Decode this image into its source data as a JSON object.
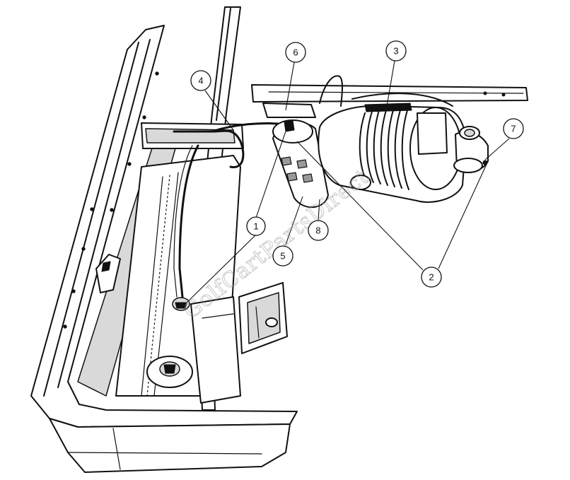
{
  "callouts": [
    {
      "id": "1",
      "label": "1"
    },
    {
      "id": "2",
      "label": "2"
    },
    {
      "id": "3",
      "label": "3"
    },
    {
      "id": "4",
      "label": "4"
    },
    {
      "id": "5",
      "label": "5"
    },
    {
      "id": "6",
      "label": "6"
    },
    {
      "id": "7",
      "label": "7"
    },
    {
      "id": "8",
      "label": "8"
    }
  ],
  "watermark": "GolfCartPartsDirect"
}
